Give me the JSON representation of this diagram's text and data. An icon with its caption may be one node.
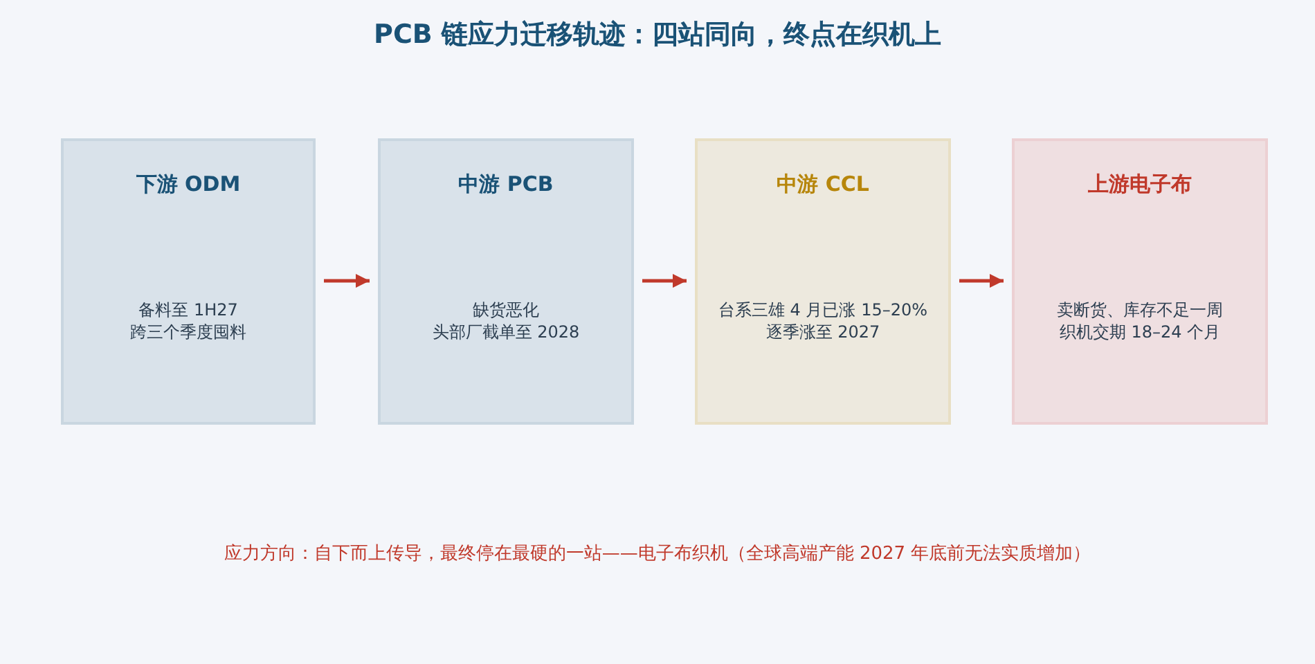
{
  "diagram": {
    "title": "PCB 链应力迁移轨迹：四站同向，终点在织机上",
    "nodes": [
      {
        "text": [
          "下游 ODM",
          "备料至 1H27",
          "跨三个季度囤料"
        ]
      },
      {
        "text": [
          "中游 PCB",
          "缺货恶化",
          "头部厂截单至 2028"
        ]
      },
      {
        "text": [
          "中游 CCL",
          "台系三雄 4 月已涨 15–20%",
          "逐季涨至 2027"
        ]
      },
      {
        "text": [
          "上游电子布",
          "卖断货、库存不足一周",
          "织机交期 18–24 个月"
        ]
      }
    ],
    "edges": [
      {
        "from": 0,
        "to": 1,
        "arrow": "to"
      },
      {
        "from": 1,
        "to": 2,
        "arrow": "to"
      },
      {
        "from": 2,
        "to": 3,
        "arrow": "to"
      }
    ],
    "caption": "应力方向：自下而上传导，最终停在最硬的一站——电子布织机（全球高端产能 2027 年底前无法实质增加）"
  }
}
